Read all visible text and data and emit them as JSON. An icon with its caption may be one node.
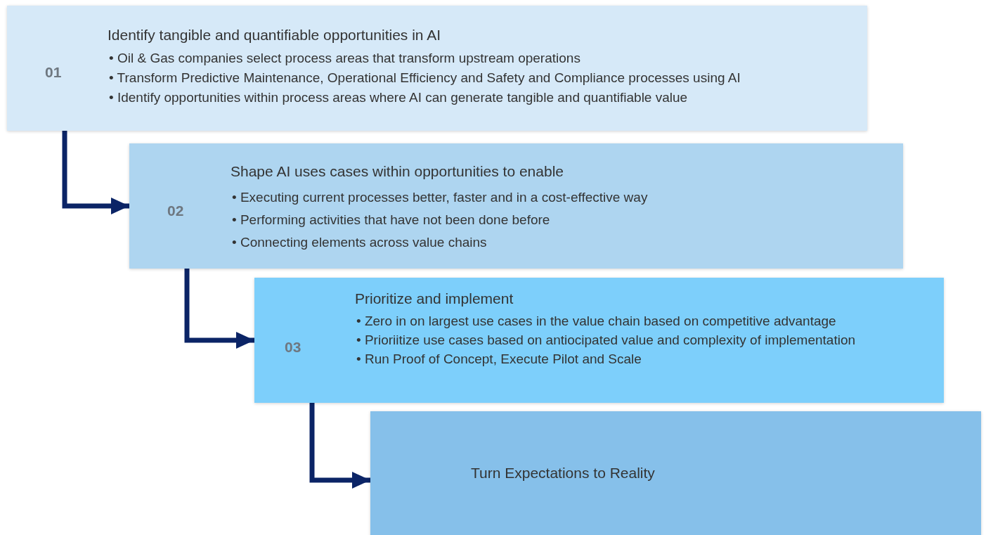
{
  "diagram": {
    "nodes": [
      {
        "text": [
          "01",
          "Identify tangible and quantifiable opportunities in AI",
          "• Oil & Gas companies select process areas that transform upstream operations",
          "• Transform Predictive Maintenance, Operational Efficiency and Safety and Compliance processes using AI",
          "• Identify opportunities within process areas where AI can generate tangible and quantifiable value"
        ]
      },
      {
        "text": [
          "02",
          "Shape AI uses cases within opportunities to enable",
          "• Executing current processes better, faster and in a cost-effective way",
          "• Performing activities that have not been done before",
          "• Connecting elements across value chains"
        ]
      },
      {
        "text": [
          "03",
          "Prioritize and implement",
          "• Zero in on largest use cases in the value chain based on competitive advantage",
          "• Prioriitize use cases based on antiocipated value and complexity of implementation",
          "• Run Proof of Concept, Execute Pilot and Scale"
        ]
      },
      {
        "text": [
          "Turn Expectations to Reality"
        ]
      }
    ],
    "edges": [
      {
        "from": 0,
        "to": 1,
        "arrow": "to"
      },
      {
        "from": 1,
        "to": 2,
        "arrow": "to"
      },
      {
        "from": 2,
        "to": 3,
        "arrow": "to"
      }
    ]
  }
}
